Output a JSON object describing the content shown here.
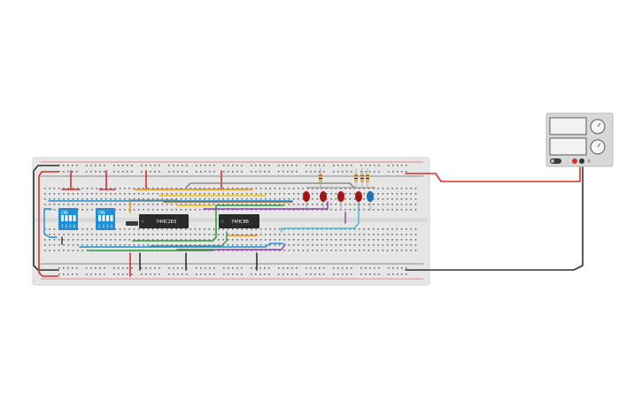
{
  "canvas": {
    "background": "#ffffff"
  },
  "breadboard": {
    "color": "#e6e6e6",
    "rail_red": "#d33030",
    "rail_black": "#303030"
  },
  "chips": [
    {
      "label": "74HC283"
    },
    {
      "label": "74HC86"
    }
  ],
  "dip_switches": [
    {
      "label": "ON",
      "positions": [
        "1",
        "2",
        "3",
        "4"
      ]
    },
    {
      "label": "ON",
      "positions": [
        "1",
        "2",
        "3",
        "4"
      ]
    }
  ],
  "leds": [
    {
      "color": "#a31515"
    },
    {
      "color": "#a31515"
    },
    {
      "color": "#a31515"
    },
    {
      "color": "#a31515"
    },
    {
      "color": "#a31515"
    },
    {
      "color": "#1e6fb8"
    }
  ],
  "power_supply": {
    "color": "#d8d8d8",
    "terminal_positive": "#d33030",
    "terminal_negative": "#303030"
  },
  "wire_colors": [
    "#d33030",
    "#303030",
    "#f08c00",
    "#f2c200",
    "#2e9e3c",
    "#1f8fd6",
    "#8a3ab9",
    "#8b5a2b",
    "#7a7a7a",
    "#42b8e0"
  ]
}
